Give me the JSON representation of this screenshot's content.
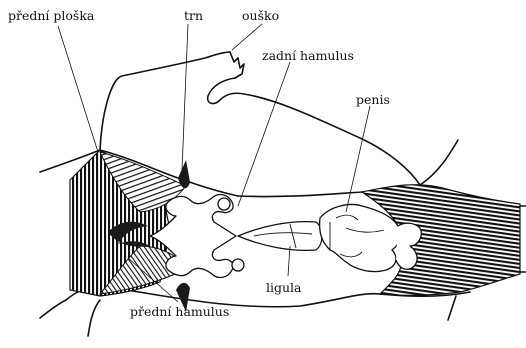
{
  "figure": {
    "labels": {
      "predni_ploska": "přední ploška",
      "trn": "trn",
      "ousko": "ouško",
      "zadni_hamulus": "zadní hamulus",
      "penis": "penis",
      "ligula": "ligula",
      "predni_hamulus": "přední hamulus"
    },
    "colors": {
      "ink": "#111111",
      "background": "#ffffff"
    }
  }
}
